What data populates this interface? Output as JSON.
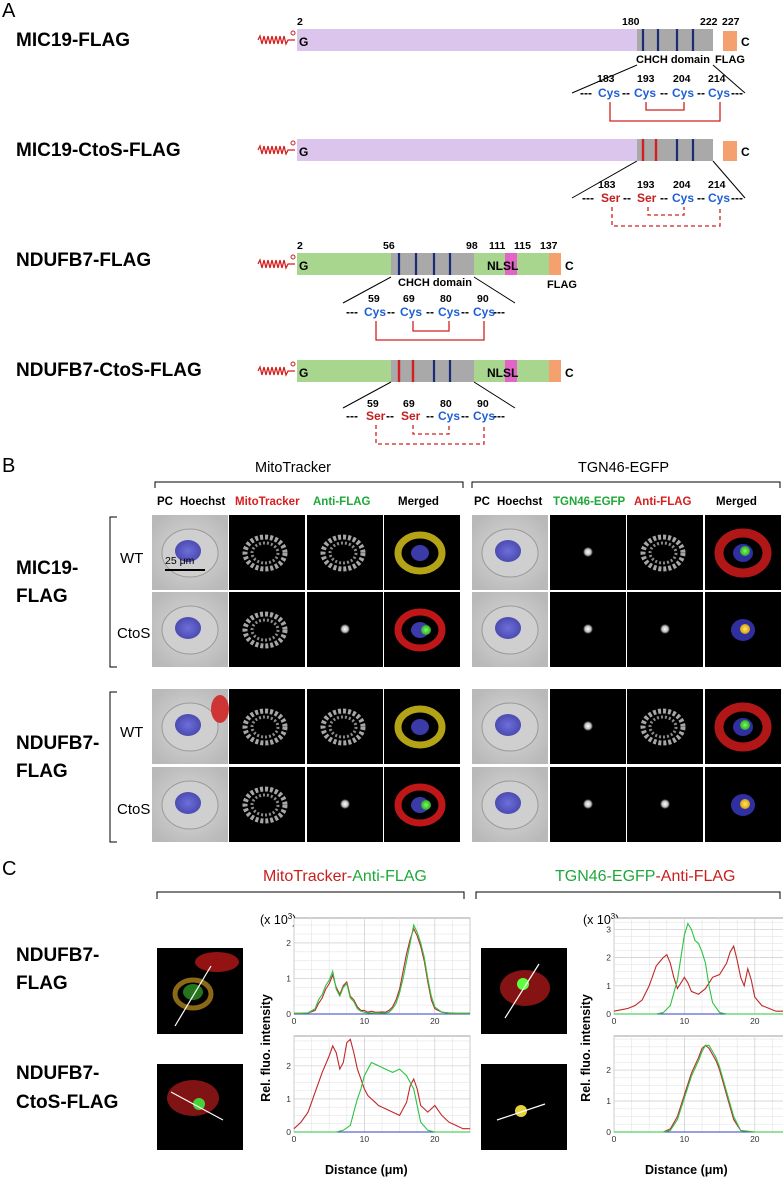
{
  "panel_a": {
    "label": "A",
    "constructs": [
      {
        "name": "MIC19-FLAG",
        "start_num": "2",
        "end_aa": "C",
        "start_aa": "G",
        "positions": [
          "180",
          "222",
          "227"
        ],
        "domain_label": "CHCH domain",
        "flag_label": "FLAG",
        "cys_numbers": [
          "183",
          "193",
          "204",
          "214"
        ],
        "residues": [
          "Cys",
          "Cys",
          "Cys",
          "Cys"
        ]
      },
      {
        "name": "MIC19-CtoS-FLAG",
        "start_aa": "G",
        "end_aa": "C",
        "cys_numbers": [
          "183",
          "193",
          "204",
          "214"
        ],
        "residues": [
          "Ser",
          "Ser",
          "Cys",
          "Cys"
        ]
      },
      {
        "name": "NDUFB7-FLAG",
        "start_num": "2",
        "start_aa": "G",
        "end_aa": "C",
        "positions": [
          "56",
          "98",
          "111",
          "115",
          "137"
        ],
        "domain_label": "CHCH domain",
        "nlsl_label": "NLSL",
        "flag_label": "FLAG",
        "cys_numbers": [
          "59",
          "69",
          "80",
          "90"
        ],
        "residues": [
          "Cys",
          "Cys",
          "Cys",
          "Cys"
        ]
      },
      {
        "name": "NDUFB7-CtoS-FLAG",
        "start_aa": "G",
        "end_aa": "C",
        "nlsl_label": "NLSL",
        "cys_numbers": [
          "59",
          "69",
          "80",
          "90"
        ],
        "residues": [
          "Ser",
          "Ser",
          "Cys",
          "Cys"
        ]
      }
    ]
  },
  "panel_b": {
    "label": "B",
    "group_headers": [
      "MitoTracker",
      "TGN46-EGFP"
    ],
    "columns_left": [
      {
        "text": "PC",
        "color": "#000000"
      },
      {
        "text": "Hoechst",
        "color": "#000000"
      },
      {
        "text": "MitoTracker",
        "color": "#d81e1e"
      },
      {
        "text": "Anti-FLAG",
        "color": "#1fa83a"
      },
      {
        "text": "Merged",
        "color": "#000000"
      }
    ],
    "columns_right": [
      {
        "text": "PC",
        "color": "#000000"
      },
      {
        "text": "Hoechst",
        "color": "#000000"
      },
      {
        "text": "TGN46-EGFP",
        "color": "#1fa83a"
      },
      {
        "text": "Anti-FLAG",
        "color": "#d81e1e"
      },
      {
        "text": "Merged",
        "color": "#000000"
      }
    ],
    "row_groups": [
      {
        "name_line1": "MIC19-",
        "name_line2": "FLAG",
        "rows": [
          "WT",
          "CtoS"
        ]
      },
      {
        "name_line1": "NDUFB7-",
        "name_line2": "FLAG",
        "rows": [
          "WT",
          "CtoS"
        ]
      }
    ],
    "scale_bar": "25 μm"
  },
  "panel_c": {
    "label": "C",
    "titles": [
      {
        "part1": "MitoTracker",
        "sep": "-",
        "part2": "Anti-FLAG",
        "color1": "#c8201e",
        "color2": "#1fa83a"
      },
      {
        "part1": "TGN46-EGFP",
        "sep": "-",
        "part2": "Anti-FLAG",
        "color1": "#1fa83a",
        "color2": "#c8201e"
      }
    ],
    "rows": [
      {
        "line1": "NDUFB7-",
        "line2": "FLAG"
      },
      {
        "line1": "NDUFB7-",
        "line2": "CtoS-FLAG"
      }
    ],
    "multiplier": "(x 10",
    "multiplier_exp": "3",
    "multiplier_close": ")",
    "ylabel": "Rel. fluo. intensity",
    "xlabel": "Distance (μm)"
  },
  "chart_data": [
    {
      "type": "line",
      "title": "",
      "xlabel": "Distance (μm)",
      "ylabel": "Rel. fluo. intensity",
      "xlim": [
        0,
        25
      ],
      "ylim": [
        0,
        2.7
      ],
      "xticks": [
        0,
        10,
        20
      ],
      "yticks": [
        0,
        1,
        2
      ],
      "grid": true,
      "series": [
        {
          "color": "#c0282a",
          "x": [
            0,
            1,
            2,
            3,
            3.5,
            4,
            4.5,
            5,
            5.5,
            6,
            6.5,
            7,
            7.5,
            8,
            8.5,
            9,
            9.5,
            10,
            10.5,
            11,
            11.5,
            12,
            12.5,
            13,
            13.5,
            14,
            14.5,
            15,
            15.5,
            16,
            16.5,
            17,
            17.5,
            18,
            18.5,
            19,
            19.5,
            20,
            21,
            22,
            23,
            24,
            25
          ],
          "y": [
            0.02,
            0.02,
            0.03,
            0.1,
            0.3,
            0.45,
            0.7,
            0.85,
            1.1,
            0.75,
            0.55,
            0.8,
            0.9,
            0.5,
            0.4,
            0.2,
            0.1,
            0.1,
            0.05,
            0.08,
            0.05,
            0.05,
            0.06,
            0.05,
            0.1,
            0.2,
            0.4,
            0.7,
            1.2,
            1.7,
            2.1,
            2.4,
            2.2,
            1.9,
            1.5,
            0.9,
            0.4,
            0.15,
            0.05,
            0.03,
            0.02,
            0.02,
            0.02
          ]
        },
        {
          "color": "#2bc43e",
          "x": [
            0,
            1,
            2,
            3,
            3.5,
            4,
            4.5,
            5,
            5.5,
            6,
            6.5,
            7,
            7.5,
            8,
            8.5,
            9,
            9.5,
            10,
            10.5,
            11,
            11.5,
            12,
            12.5,
            13,
            13.5,
            14,
            14.5,
            15,
            15.5,
            16,
            16.5,
            17,
            17.5,
            18,
            18.5,
            19,
            19.5,
            20,
            21,
            22,
            23,
            24,
            25
          ],
          "y": [
            0.02,
            0.02,
            0.03,
            0.15,
            0.4,
            0.55,
            0.8,
            0.95,
            1.2,
            0.7,
            0.5,
            0.75,
            0.85,
            0.45,
            0.35,
            0.15,
            0.08,
            0.05,
            0.03,
            0.03,
            0.02,
            0.02,
            0.03,
            0.03,
            0.05,
            0.15,
            0.3,
            0.6,
            1.0,
            1.5,
            2.0,
            2.5,
            2.3,
            2.0,
            1.6,
            1.0,
            0.5,
            0.2,
            0.05,
            0.02,
            0.02,
            0.02,
            0.02
          ]
        }
      ]
    },
    {
      "type": "line",
      "title": "",
      "xlabel": "Distance (μm)",
      "ylabel": "Rel. fluo. intensity",
      "xlim": [
        0,
        25
      ],
      "ylim": [
        0,
        3.4
      ],
      "xticks": [
        0,
        10,
        20
      ],
      "yticks": [
        0,
        1,
        2,
        3
      ],
      "grid": true,
      "series": [
        {
          "color": "#c0282a",
          "x": [
            0,
            1,
            2,
            3,
            4,
            5,
            6,
            7,
            7.5,
            8,
            8.5,
            9,
            9.5,
            10,
            10.5,
            11,
            12,
            13,
            14,
            15,
            16,
            16.5,
            17,
            17.5,
            18,
            18.5,
            19,
            19.5,
            20,
            21,
            22,
            23,
            24,
            25
          ],
          "y": [
            0.1,
            0.15,
            0.2,
            0.3,
            0.5,
            1.0,
            1.7,
            2.0,
            2.1,
            1.8,
            1.3,
            0.9,
            1.1,
            1.3,
            1.1,
            0.8,
            0.7,
            0.9,
            1.3,
            1.4,
            1.8,
            2.2,
            2.4,
            1.9,
            1.3,
            1.0,
            1.6,
            1.2,
            0.6,
            0.3,
            0.2,
            0.1,
            0.1,
            0.1
          ]
        },
        {
          "color": "#2bc43e",
          "x": [
            0,
            2,
            4,
            6,
            7,
            8,
            9,
            9.5,
            10,
            10.5,
            11,
            11.5,
            12,
            12.5,
            13,
            13.5,
            14,
            15,
            16,
            17,
            18,
            20,
            22,
            25
          ],
          "y": [
            0,
            0,
            0,
            0,
            0.05,
            0.3,
            1.2,
            2.0,
            2.8,
            3.2,
            3.0,
            2.6,
            2.5,
            2.2,
            1.8,
            1.0,
            0.4,
            0.05,
            0,
            0,
            0,
            0,
            0,
            0
          ]
        }
      ]
    },
    {
      "type": "line",
      "title": "",
      "xlabel": "Distance (μm)",
      "ylabel": "Rel. fluo. intensity",
      "xlim": [
        0,
        25
      ],
      "ylim": [
        0,
        2.9
      ],
      "xticks": [
        0,
        10,
        20
      ],
      "yticks": [
        0,
        1,
        2
      ],
      "grid": true,
      "series": [
        {
          "color": "#c0282a",
          "x": [
            0,
            1,
            2,
            3,
            4,
            5,
            5.5,
            6,
            6.5,
            7,
            7.5,
            8,
            8.5,
            9,
            9.5,
            10,
            10.5,
            11,
            11.5,
            12,
            13,
            14,
            15,
            16,
            16.5,
            17,
            17.5,
            18,
            19,
            20,
            21,
            22,
            23,
            24,
            25
          ],
          "y": [
            0.1,
            0.3,
            0.6,
            1.2,
            1.8,
            2.3,
            2.6,
            2.4,
            1.9,
            2.1,
            2.7,
            2.8,
            2.4,
            1.9,
            1.6,
            1.3,
            1.1,
            1.0,
            0.9,
            0.8,
            0.7,
            0.6,
            0.5,
            0.9,
            1.4,
            1.6,
            1.3,
            0.8,
            0.6,
            0.8,
            0.5,
            0.3,
            0.2,
            0.1,
            0.1
          ]
        },
        {
          "color": "#2bc43e",
          "x": [
            0,
            2,
            4,
            6,
            7,
            8,
            8.5,
            9,
            9.5,
            10,
            11,
            12,
            13,
            14,
            15,
            16,
            17,
            17.5,
            18,
            19,
            20,
            22,
            25
          ],
          "y": [
            0,
            0,
            0,
            0,
            0.05,
            0.2,
            0.6,
            1.0,
            1.3,
            1.7,
            2.1,
            2.0,
            1.9,
            1.8,
            1.9,
            1.7,
            1.3,
            0.8,
            0.3,
            0.05,
            0,
            0,
            0
          ]
        }
      ]
    },
    {
      "type": "line",
      "title": "",
      "xlabel": "Distance (μm)",
      "ylabel": "Rel. fluo. intensity",
      "xlim": [
        0,
        25
      ],
      "ylim": [
        0,
        3.1
      ],
      "xticks": [
        0,
        10,
        20
      ],
      "yticks": [
        0,
        1,
        2
      ],
      "grid": true,
      "series": [
        {
          "color": "#c0282a",
          "x": [
            0,
            5,
            7,
            8,
            9,
            10,
            11,
            12,
            12.5,
            13,
            13.5,
            14,
            14.5,
            15,
            16,
            17,
            18,
            20,
            25
          ],
          "y": [
            0,
            0,
            0,
            0.1,
            0.5,
            1.2,
            1.9,
            2.4,
            2.7,
            2.8,
            2.7,
            2.5,
            2.3,
            2.0,
            1.2,
            0.4,
            0.05,
            0,
            0
          ]
        },
        {
          "color": "#2bc43e",
          "x": [
            0,
            5,
            7,
            8,
            9,
            10,
            11,
            12,
            12.5,
            13,
            13.5,
            14,
            14.5,
            15,
            16,
            17,
            18,
            20,
            25
          ],
          "y": [
            0,
            0,
            0,
            0.05,
            0.4,
            1.1,
            1.8,
            2.3,
            2.6,
            2.8,
            2.8,
            2.6,
            2.4,
            2.1,
            1.3,
            0.5,
            0.05,
            0,
            0
          ]
        }
      ]
    }
  ]
}
